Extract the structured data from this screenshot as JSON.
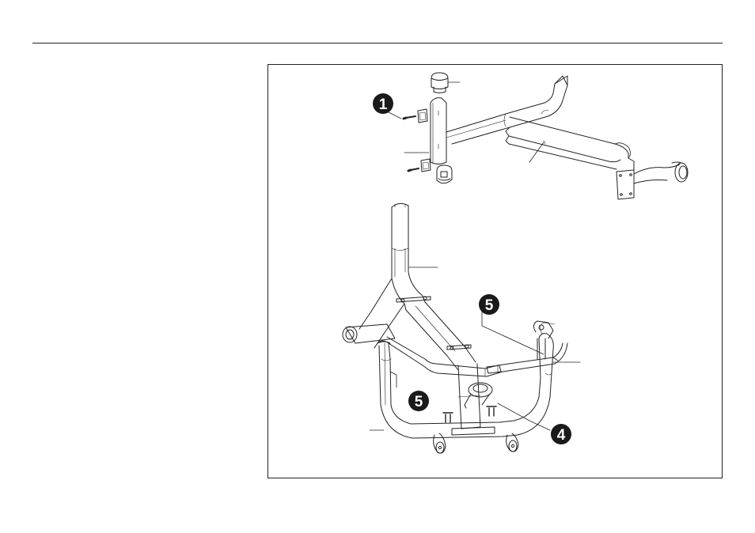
{
  "callouts": [
    {
      "id": "callout-1",
      "label": "1"
    },
    {
      "id": "callout-5a",
      "label": "5"
    },
    {
      "id": "callout-5b",
      "label": "5"
    },
    {
      "id": "callout-4",
      "label": "4"
    }
  ],
  "colors": {
    "line": "#222222",
    "callout_fill": "#1a1a1a",
    "paper": "#ffffff"
  }
}
